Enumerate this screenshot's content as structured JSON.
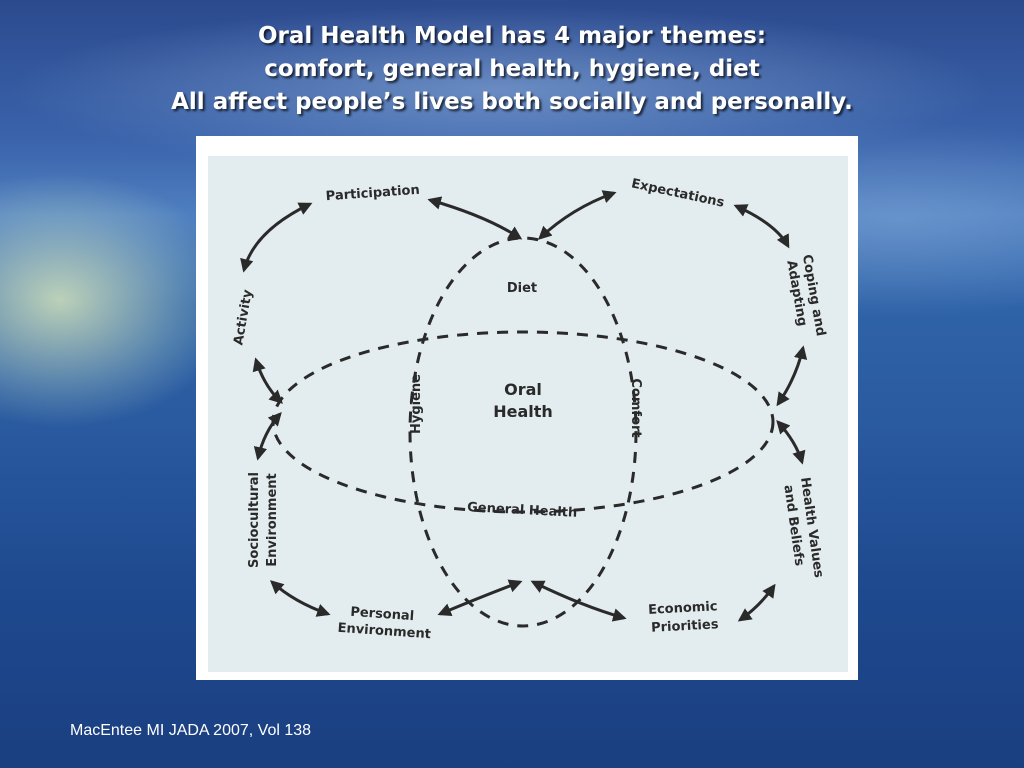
{
  "title": {
    "line1": "Oral Health Model has 4 major themes:",
    "line2": "comfort, general health, hygiene, diet",
    "line3": "All affect people’s lives both socially and personally."
  },
  "diagram": {
    "center": {
      "line1": "Oral",
      "line2": "Health"
    },
    "themes": {
      "diet": "Diet",
      "hygiene": "Hygiene",
      "comfort": "Comfort",
      "general_health": "General Health"
    },
    "outer": {
      "participation": "Participation",
      "expectations": "Expectations",
      "activity": "Activity",
      "coping_line1": "Coping and",
      "coping_line2": "Adapting",
      "sociocultural_line1": "Sociocultural",
      "sociocultural_line2": "Environment",
      "health_values_line1": "Health Values",
      "health_values_line2": "and Beliefs",
      "personal_line1": "Personal",
      "personal_line2": "Environment",
      "economic_line1": "Economic",
      "economic_line2": "Priorities"
    },
    "colors": {
      "panel": "#e3ecee",
      "ink": "#2a2a2a"
    }
  },
  "citation": "MacEntee MI JADA 2007, Vol 138"
}
